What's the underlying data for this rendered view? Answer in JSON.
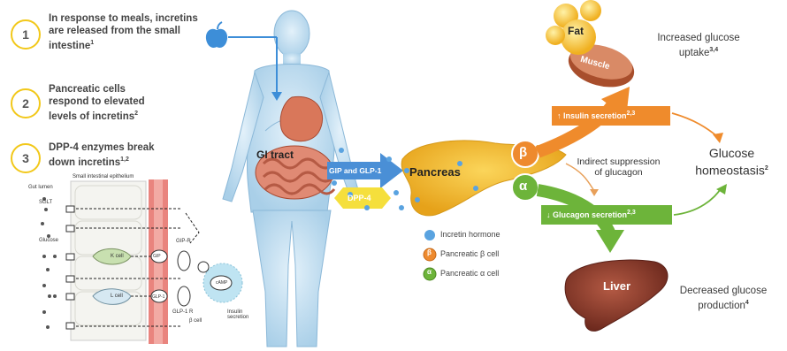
{
  "steps": [
    {
      "number": "1",
      "text": "In response to meals, incretins are released from the small intestine",
      "ref": "1"
    },
    {
      "number": "2",
      "text": "Pancreatic cells respond to elevated levels of incretins",
      "ref": "2"
    },
    {
      "number": "3",
      "text": "DPP-4 enzymes break down incretins",
      "ref": "1,2"
    }
  ],
  "inset": {
    "small_intestinal_epithelium": "Small intestinal epithelium",
    "gut_lumen": "Gut lumen",
    "sglt": "SGLT",
    "glucose": "Glucose",
    "k_cell": "K cell",
    "l_cell": "L cell",
    "gip": "GIP",
    "glp1": "GLP-1",
    "gip_r": "GIP-R",
    "glp1_r": "GLP-1 R",
    "beta_cell": "β cell",
    "camp": "cAMP",
    "insulin_secretion": "Insulin secretion"
  },
  "main": {
    "gi_tract": "GI tract",
    "gip_and_glp1": "GIP and GLP-1",
    "dpp4": "DPP-4",
    "pancreas": "Pancreas",
    "beta_symbol": "β",
    "alpha_symbol": "α",
    "fat": "Fat",
    "muscle": "Muscle",
    "liver": "Liver",
    "insulin_secretion": "Insulin secretion",
    "insulin_ref": "2,3",
    "glucagon_secretion": "Glucagon secretion",
    "glucagon_ref": "2,3",
    "increased_glucose_uptake": "Increased glucose uptake",
    "uptake_ref": "3,4",
    "indirect_suppression": "Indirect suppression of glucagon",
    "glucose_homeostasis": "Glucose homeostasis",
    "homeostasis_ref": "2",
    "decreased_glucose_production": "Decreased glucose production",
    "production_ref": "4"
  },
  "legend": [
    {
      "label": "Incretin hormone",
      "symbol": ""
    },
    {
      "label": "Pancreatic β cell",
      "symbol": "β"
    },
    {
      "label": "Pancreatic α cell",
      "symbol": "α"
    }
  ],
  "colors": {
    "step_ring": "#f2c81a",
    "blue_arrow": "#4a8fd6",
    "dpp4_yellow": "#f5df3c",
    "pancreas": "#f0b62a",
    "beta_orange": "#ee8a2e",
    "alpha_green": "#6db43a",
    "body_blue": "#b9d9ef",
    "liver": "#8b3a2a"
  }
}
